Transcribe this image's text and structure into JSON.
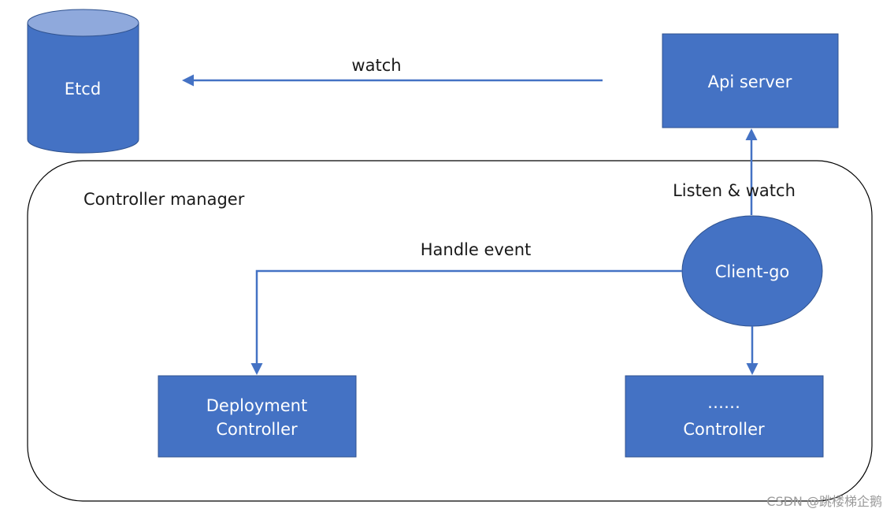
{
  "colors": {
    "node_fill": "#4472c4",
    "node_stroke": "#2f528f",
    "edge": "#4472c4",
    "container_stroke": "#000000",
    "text_on_node": "#ffffff",
    "text": "#1a1a1a"
  },
  "nodes": {
    "etcd": {
      "label": "Etcd",
      "shape": "cylinder"
    },
    "api_server": {
      "label": "Api server",
      "shape": "rectangle"
    },
    "client_go": {
      "label": "Client-go",
      "shape": "ellipse"
    },
    "deployment_controller": {
      "label_line1": "Deployment",
      "label_line2": "Controller",
      "shape": "rectangle"
    },
    "other_controller": {
      "label_line1": "……",
      "label_line2": "Controller",
      "shape": "rectangle"
    }
  },
  "container": {
    "label": "Controller manager",
    "shape": "rounded-rectangle"
  },
  "edges": {
    "watch": {
      "label": "watch",
      "from": "Api server",
      "to": "Etcd"
    },
    "listen_watch": {
      "label": "Listen & watch",
      "from": "Client-go",
      "to": "Api server"
    },
    "handle_event": {
      "label": "Handle event",
      "from": "Client-go",
      "to": "Deployment Controller"
    },
    "to_controller": {
      "label": "",
      "from": "Client-go",
      "to": "Controller"
    }
  },
  "watermark": "CSDN @跳楼梯企鹅"
}
